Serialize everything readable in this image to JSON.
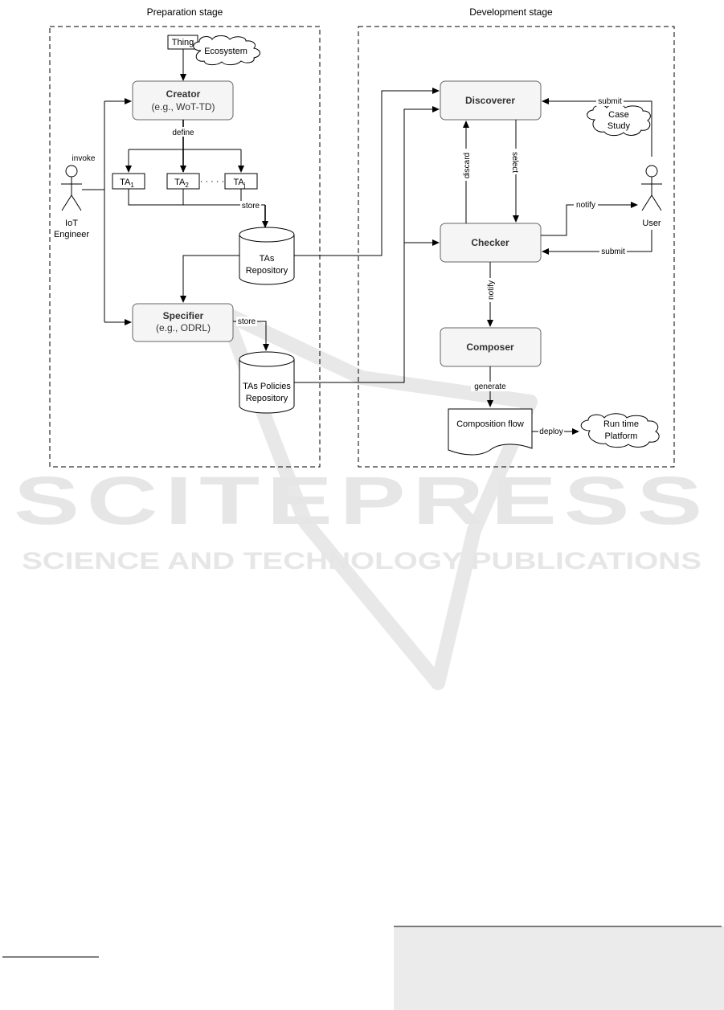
{
  "stages": {
    "preparation": "Preparation stage",
    "development": "Development stage"
  },
  "nodes": {
    "thing": "Thing",
    "ecosystem": "Ecosystem",
    "creator_title": "Creator",
    "creator_sub": "(e.g., WoT-TD)",
    "ta1": "TA",
    "ta1_sub": "1",
    "ta2": "TA",
    "ta2_sub": "2",
    "taj": "TA",
    "taj_sub": "j",
    "dots": "· · · · ·",
    "ta_repo_1": "TAs",
    "ta_repo_2": "Repository",
    "specifier_title": "Specifier",
    "specifier_sub": "(e.g., ODRL)",
    "policies_repo_1": "TAs Policies",
    "policies_repo_2": "Repository",
    "iot_engineer_1": "IoT",
    "iot_engineer_2": "Engineer",
    "discoverer": "Discoverer",
    "checker": "Checker",
    "composer": "Composer",
    "case_study_1": "Case",
    "case_study_2": "Study",
    "user": "User",
    "composition_flow": "Composition flow",
    "runtime_1": "Run time",
    "runtime_2": "Platform"
  },
  "edges": {
    "invoke": "invoke",
    "define": "define",
    "store_ta": "store",
    "store_policy": "store",
    "submit_top": "submit",
    "notify_user": "notify",
    "submit_bottom": "submit",
    "discard": "discard",
    "select": "select",
    "notify_composer": "notify",
    "generate": "generate",
    "deploy": "deploy"
  },
  "watermark": {
    "main": "SCITEPRESS",
    "sub": "SCIENCE AND TECHNOLOGY PUBLICATIONS"
  }
}
